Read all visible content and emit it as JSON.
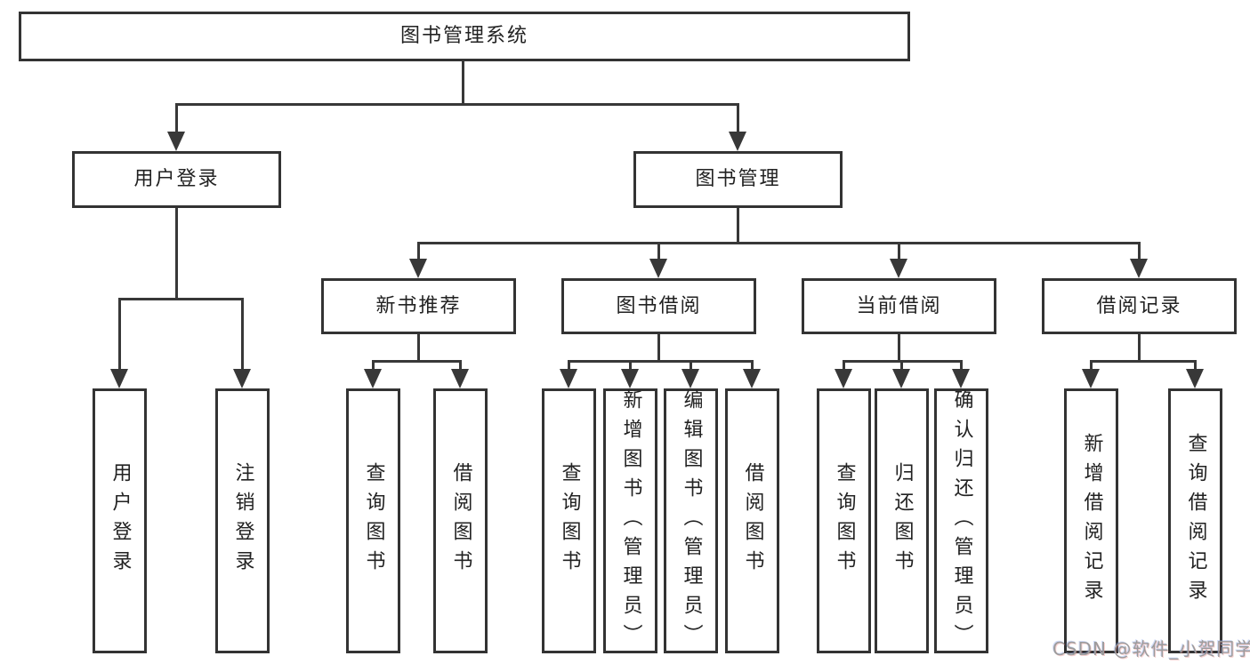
{
  "diagram": {
    "title": "图书管理系统",
    "level2": [
      {
        "label": "用户登录"
      },
      {
        "label": "图书管理"
      }
    ],
    "level3": [
      {
        "label": "新书推荐"
      },
      {
        "label": "图书借阅"
      },
      {
        "label": "当前借阅"
      },
      {
        "label": "借阅记录"
      }
    ],
    "leaves": {
      "user_login": [
        "用户登录",
        "注销登录"
      ],
      "new_book": [
        "查询图书",
        "借阅图书"
      ],
      "book_borrow": [
        "查询图书",
        "新增图书（管理员）",
        "编辑图书（管理员）",
        "借阅图书"
      ],
      "current_borrow": [
        "查询图书",
        "归还图书",
        "确认归还（管理员）"
      ],
      "borrow_record": [
        "新增借阅记录",
        "查询借阅记录"
      ]
    }
  },
  "watermark": {
    "text": "CSDN @软件_小贺同学"
  },
  "colors": {
    "line": "#383838",
    "box_border": "#333333",
    "text": "#222222",
    "watermark": "#9c9c9c",
    "background": "#ffffff"
  }
}
